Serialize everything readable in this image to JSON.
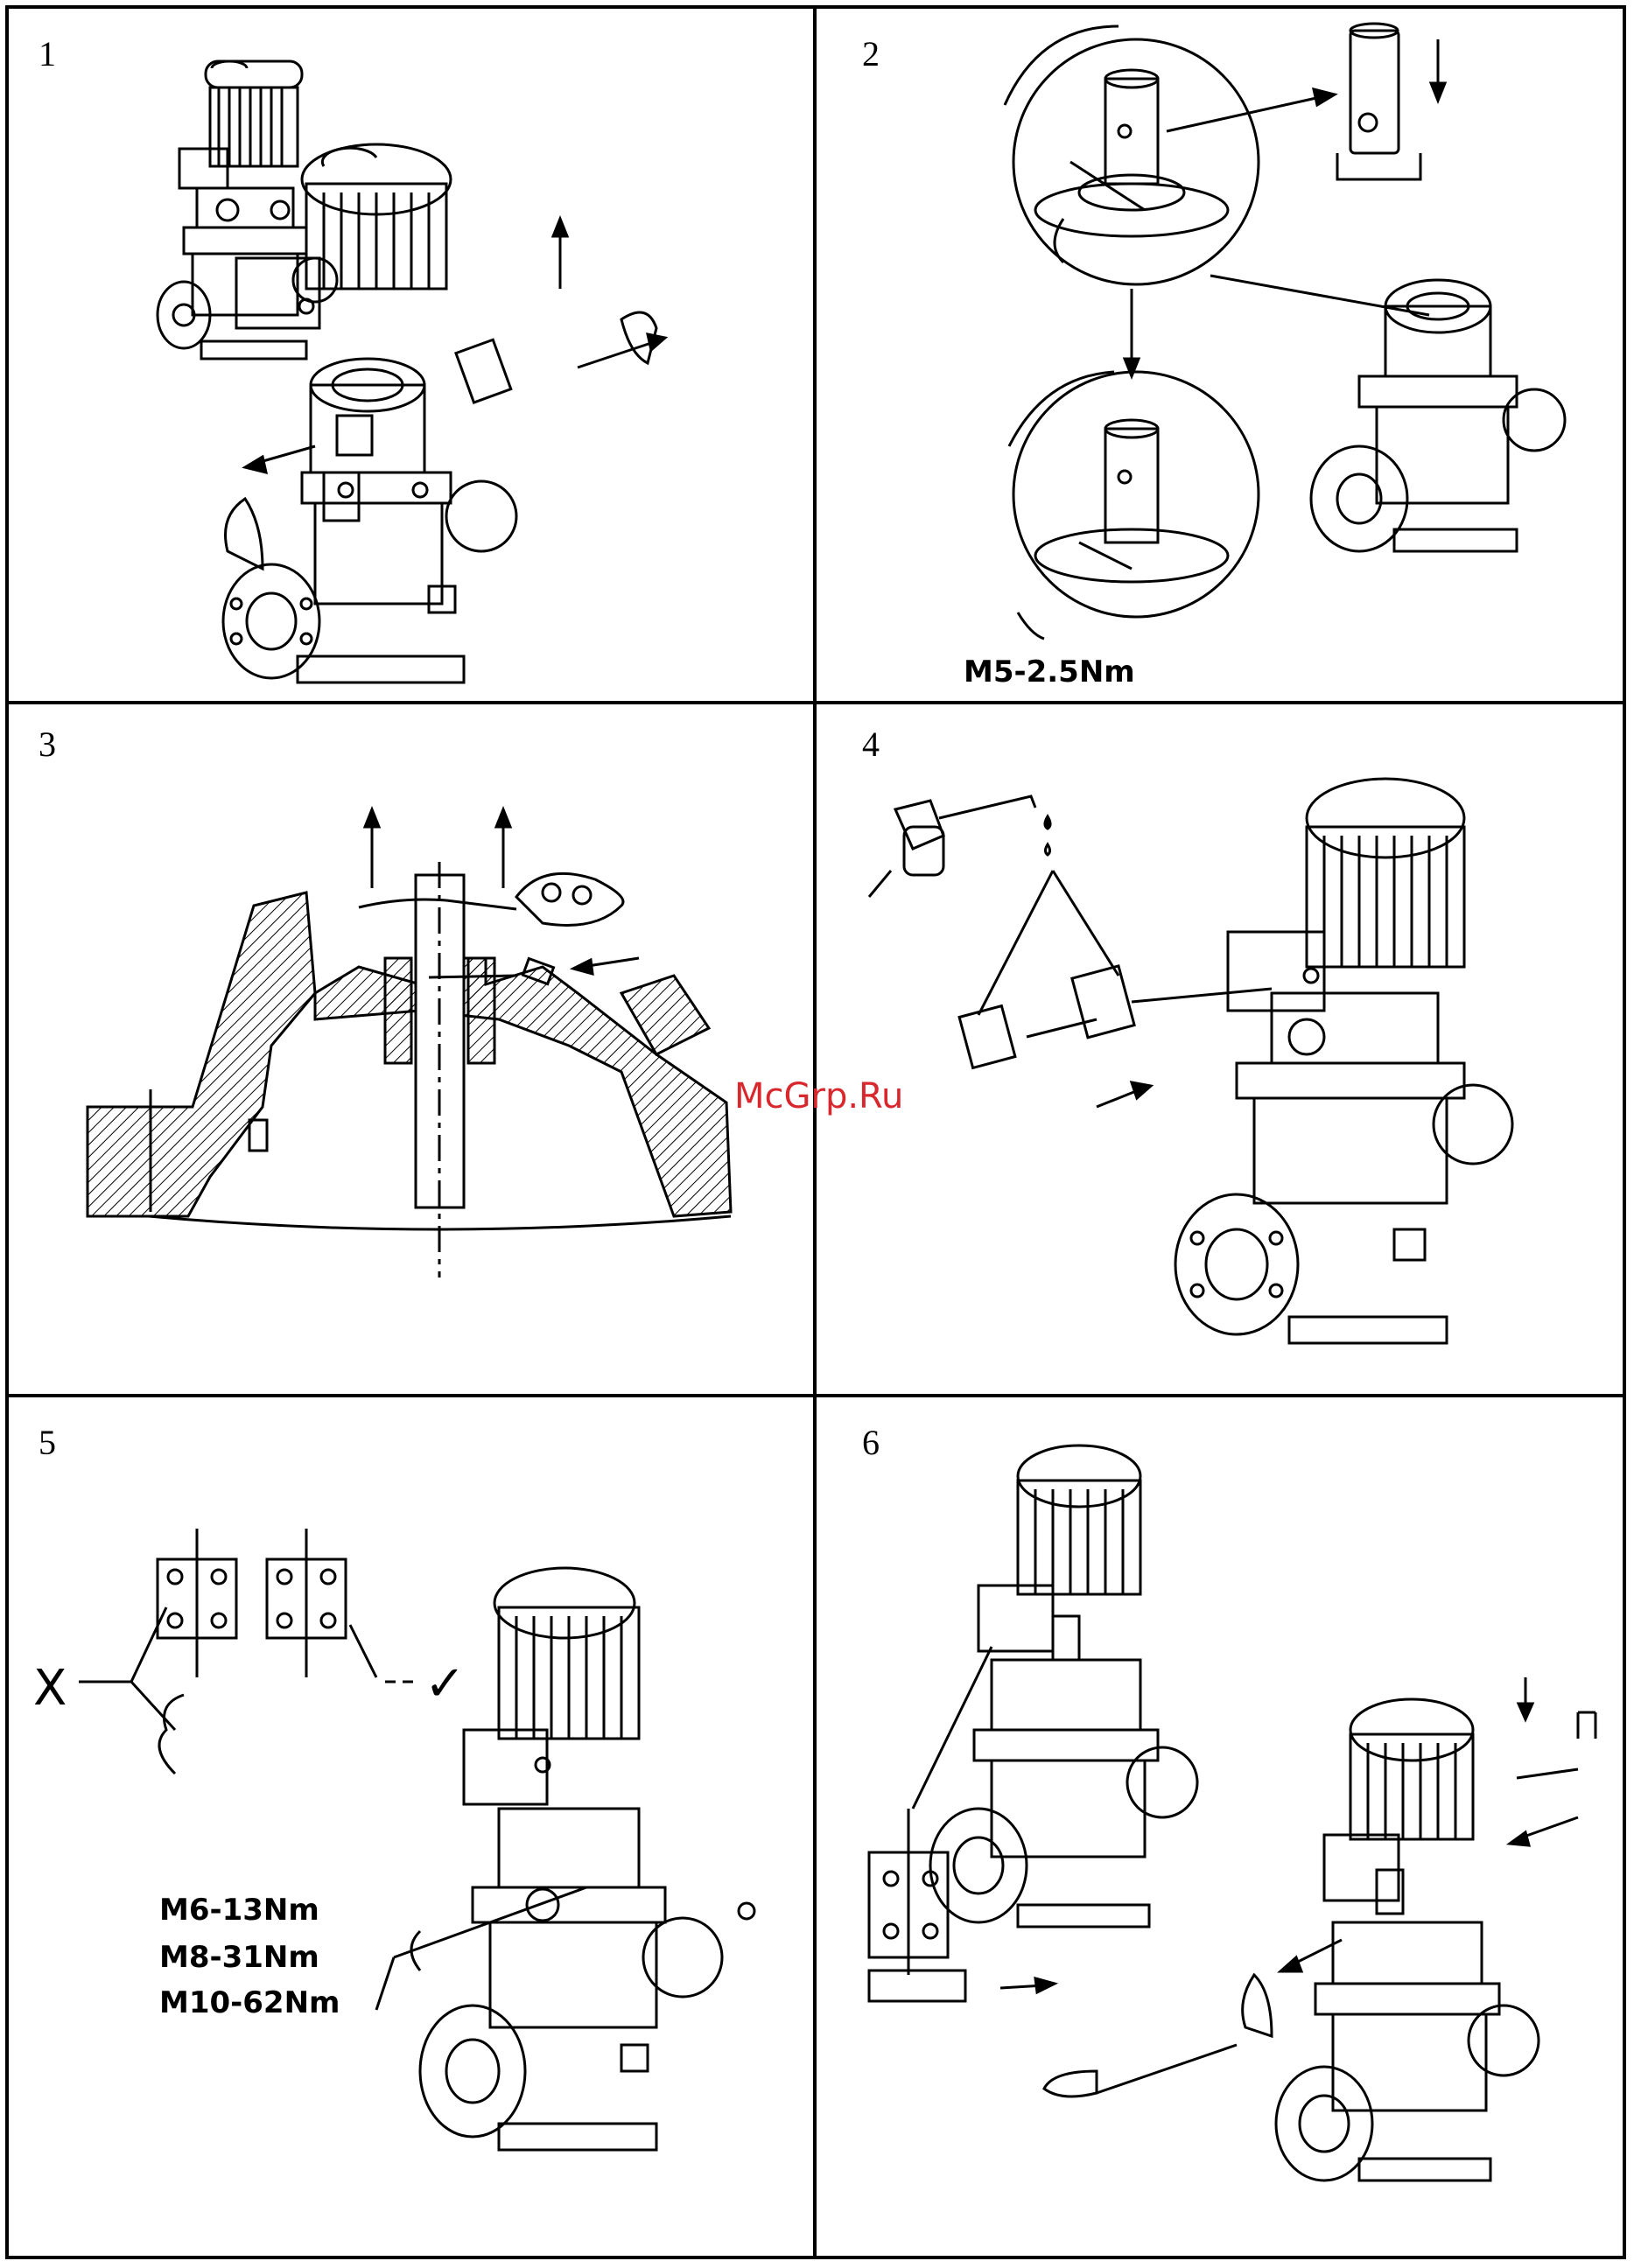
{
  "panels": [
    {
      "number": "1"
    },
    {
      "number": "2",
      "torque": "M5-2.5Nm"
    },
    {
      "number": "3"
    },
    {
      "number": "4"
    },
    {
      "number": "5",
      "mark_wrong": "X",
      "mark_right": "✓",
      "torques": [
        "M6-13Nm",
        "M8-31Nm",
        "M10-62Nm"
      ]
    },
    {
      "number": "6"
    }
  ],
  "watermark": "McGrp.Ru"
}
